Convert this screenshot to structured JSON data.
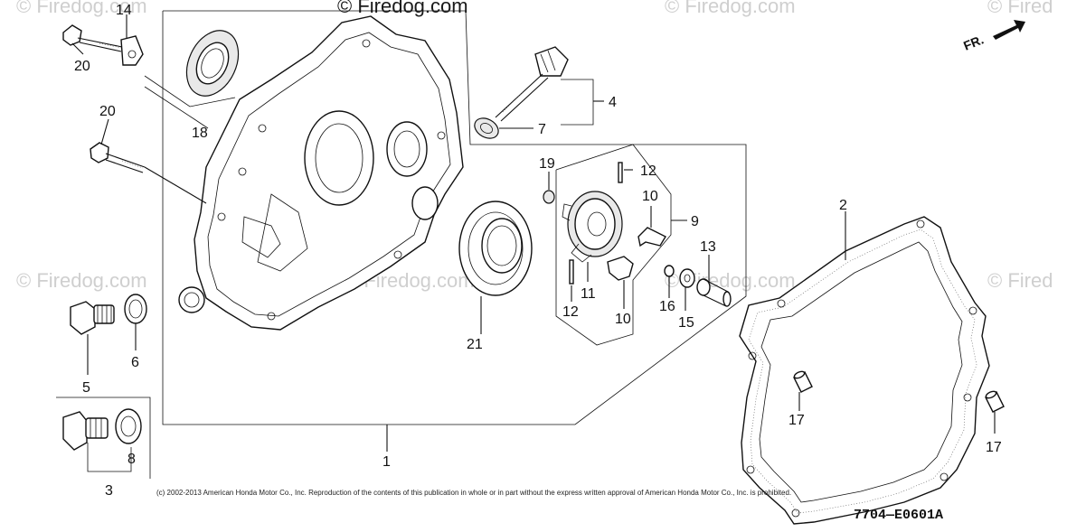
{
  "watermarks": {
    "top_center": "© Firedog.com",
    "faint": "© Firedog.com",
    "faint_cut": "© Fired"
  },
  "orientation": {
    "label": "FR."
  },
  "callouts": {
    "c1": "1",
    "c2": "2",
    "c3": "3",
    "c4": "4",
    "c5": "5",
    "c6": "6",
    "c7": "7",
    "c8": "8",
    "c9": "9",
    "c10": "10",
    "c11": "11",
    "c12": "12",
    "c13": "13",
    "c14": "14",
    "c15": "15",
    "c16": "16",
    "c17": "17",
    "c18": "18",
    "c19": "19",
    "c20": "20",
    "c21": "21"
  },
  "copyright": "(c) 2002-2013 American Honda Motor Co., Inc. Reproduction of the contents of this publication in whole or in part without the express written approval of American Honda Motor Co., Inc. is prohibited.",
  "diagram_code": "7704—E0601A"
}
